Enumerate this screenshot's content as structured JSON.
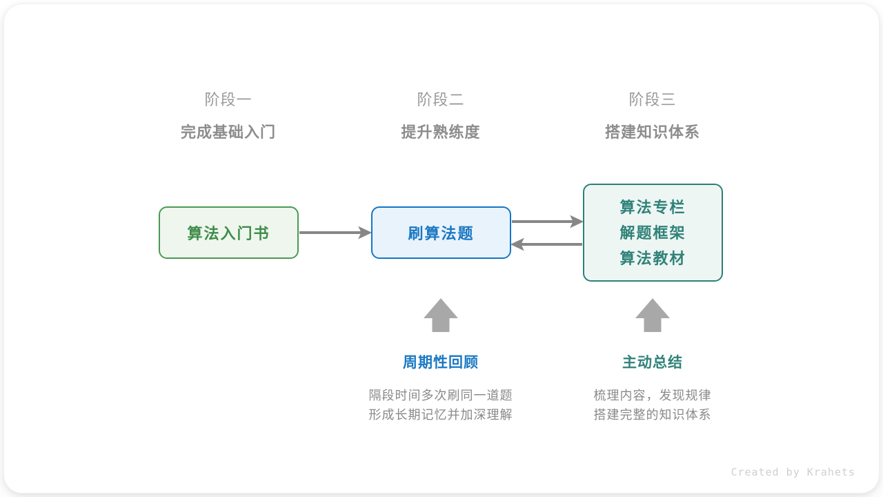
{
  "page": {
    "credit": "Created by Krahets",
    "background": "#ffffff"
  },
  "stages": [
    {
      "kicker": "阶段一",
      "title": "完成基础入门"
    },
    {
      "kicker": "阶段二",
      "title": "提升熟练度"
    },
    {
      "kicker": "阶段三",
      "title": "搭建知识体系"
    }
  ],
  "nodes": {
    "book": {
      "lines": [
        "算法入门书"
      ],
      "color": "#3f8c49",
      "border": "#4a9a54",
      "fill": "#eef6ee"
    },
    "practice": {
      "lines": [
        "刷算法题"
      ],
      "color": "#1a78c2",
      "border": "#1477c4",
      "fill": "#e9f3fc"
    },
    "knowledge": {
      "lines": [
        "算法专栏",
        "解题框架",
        "算法教材"
      ],
      "color": "#2f8279",
      "border": "#2c8077",
      "fill": "#eef6f4"
    }
  },
  "arrows": {
    "color": "#878787",
    "book_to_practice": "right",
    "practice_to_knowledge": "right",
    "knowledge_to_practice": "left",
    "up_arrow_review": "up",
    "up_arrow_summary": "up"
  },
  "annotations": [
    {
      "title": "周期性回顾",
      "color": "#1a78c2",
      "desc": [
        "隔段时间多次刷同一道题",
        "形成长期记忆并加深理解"
      ]
    },
    {
      "title": "主动总结",
      "color": "#2f8279",
      "desc": [
        "梳理内容，发现规律",
        "搭建完整的知识体系"
      ]
    }
  ]
}
